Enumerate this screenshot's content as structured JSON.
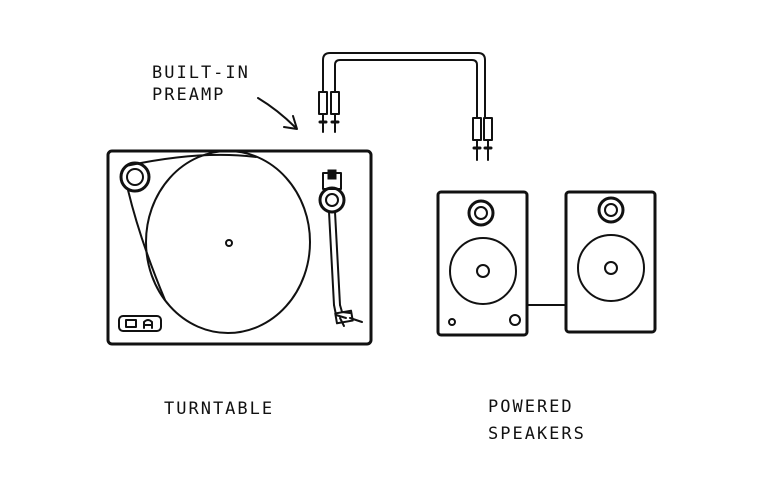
{
  "labels": {
    "preamp_line1": "BUILT-IN",
    "preamp_line2": "PREAMP",
    "turntable": "TURNTABLE",
    "speakers_line1": "POWERED",
    "speakers_line2": "SPEAKERS"
  },
  "colors": {
    "ink": "#111111",
    "paper": "#ffffff"
  }
}
